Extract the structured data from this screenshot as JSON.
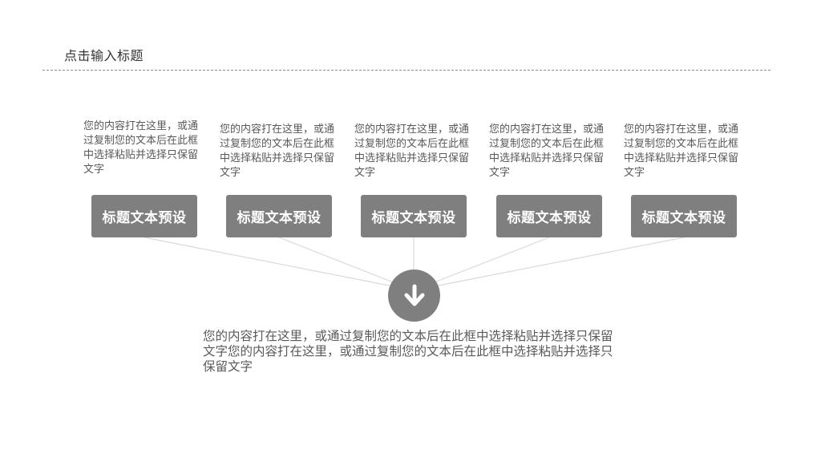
{
  "header": {
    "title": "点击输入标题"
  },
  "items": [
    {
      "label": "标题文本预设",
      "text": "您的内容打在这里，或通过复制您的文本后在此框中选择粘贴并选择只保留文字"
    },
    {
      "label": "标题文本预设",
      "text": "您的内容打在这里，或通过复制您的文本后在此框中选择粘贴并选择只保留文字"
    },
    {
      "label": "标题文本预设",
      "text": "您的内容打在这里，或通过复制您的文本后在此框中选择粘贴并选择只保留文字"
    },
    {
      "label": "标题文本预设",
      "text": "您的内容打在这里，或通过复制您的文本后在此框中选择粘贴并选择只保留文字"
    },
    {
      "label": "标题文本预设",
      "text": "您的内容打在这里，或通过复制您的文本后在此框中选择粘贴并选择只保留文字"
    }
  ],
  "hub": {
    "icon": "arrow-down-icon"
  },
  "summary": {
    "text": "您的内容打在这里，或通过复制您的文本后在此框中选择粘贴并选择只保留文字您的内容打在这里，或通过复制您的文本后在此框中选择粘贴并选择只保留文字"
  },
  "colors": {
    "box": "#7f7f7f",
    "text": "#595959",
    "title": "#333333",
    "connector": "#d9d9d9"
  }
}
